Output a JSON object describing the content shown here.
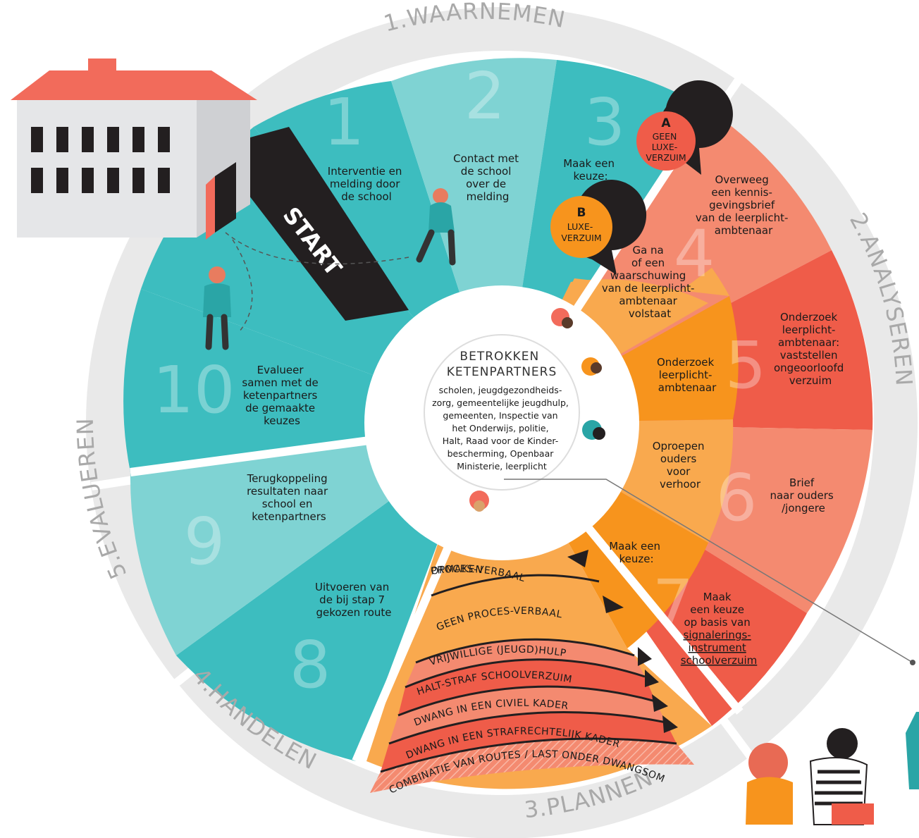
{
  "phases": {
    "waarnemen": "1.WAARNEMEN",
    "analyseren": "2.ANALYSEREN",
    "plannen": "3.PLANNEN",
    "handelen": "4.HANDELEN",
    "evalueren": "5.EVALUEREN"
  },
  "start_label": "START",
  "center": {
    "title_line1": "BETROKKEN",
    "title_line2": "KETENPARTNERS",
    "lines": [
      "scholen, jeugdgezondheids-",
      "zorg, gemeentelijke jeugdhulp,",
      "gemeenten, Inspectie van",
      "het Onderwijs, politie,",
      "Halt, Raad voor de Kinder-",
      "bescherming, Openbaar",
      "Ministerie, leerplicht"
    ]
  },
  "steps": {
    "s1": {
      "num": "1",
      "lines": [
        "Interventie en",
        "melding door",
        "de school"
      ]
    },
    "s2": {
      "num": "2",
      "lines": [
        "Contact met",
        "de school",
        "over de",
        "melding"
      ]
    },
    "s3": {
      "num": "3",
      "lines": [
        "Maak een",
        "keuze:"
      ]
    },
    "s4a": {
      "num": "4",
      "lines": [
        "Overweeg",
        "een kennis-",
        "gevingsbrief",
        "van de leerplicht-",
        "ambtenaar"
      ]
    },
    "s4b": {
      "lines": [
        "Ga na",
        "of een",
        "waarschuwing",
        "van de leerplicht-",
        "ambtenaar",
        "volstaat"
      ]
    },
    "s5a": {
      "num": "5",
      "lines": [
        "Onderzoek",
        "leerplicht-",
        "ambtenaar:",
        "vaststellen",
        "ongeoorloofd",
        "verzuim"
      ]
    },
    "s5b": {
      "lines": [
        "Onderzoek",
        "leerplicht-",
        "ambtenaar"
      ]
    },
    "s6a": {
      "num": "6",
      "lines": [
        "Brief",
        "naar ouders",
        "/jongere"
      ]
    },
    "s6b": {
      "lines": [
        "Oproepen",
        "ouders",
        "voor",
        "verhoor"
      ]
    },
    "s7a": {
      "num": "7",
      "lines": [
        "Maak een",
        "keuze:"
      ]
    },
    "s7b": {
      "lines": [
        "Maak",
        "een keuze",
        "op basis van"
      ],
      "underlined": [
        "signalerings-",
        "instrument",
        "schoolverzuim"
      ]
    },
    "s8": {
      "num": "8",
      "lines": [
        "Uitvoeren van",
        "de bij stap 7",
        "gekozen route"
      ]
    },
    "s9": {
      "num": "9",
      "lines": [
        "Terugkoppeling",
        "resultaten naar",
        "school en",
        "ketenpartners"
      ]
    },
    "s10": {
      "num": "10",
      "lines": [
        "Evalueer",
        "samen met de",
        "ketenpartners",
        "de gemaakte",
        "keuzes"
      ]
    }
  },
  "bubbles": {
    "a": {
      "letter": "A",
      "lines": [
        "GEEN",
        "LUXE-",
        "VERZUIM"
      ]
    },
    "b": {
      "letter": "B",
      "lines": [
        "LUXE-",
        "VERZUIM"
      ]
    }
  },
  "routes": [
    "OPMAKEN",
    "PROCES-VERBAAL",
    "GEEN PROCES-VERBAAL",
    "VRIJWILLIGE (JEUGD)HULP",
    "HALT-STRAF SCHOOLVERZUIM",
    "DWANG IN EEN CIVIEL KADER",
    "DWANG IN EEN STRAFRECHTELIJK KADER",
    "COMBINATIE VAN ROUTES / LAST ONDER DWANGSOM"
  ],
  "colors": {
    "teal": "#3dbdbf",
    "teal_light": "#7fd3d3",
    "orange": "#f7941d",
    "orange_light": "#f9a94e",
    "salmon": "#f48a70",
    "red": "#ef5c49",
    "ring": "#e9e9e9",
    "dark": "#231f20"
  }
}
